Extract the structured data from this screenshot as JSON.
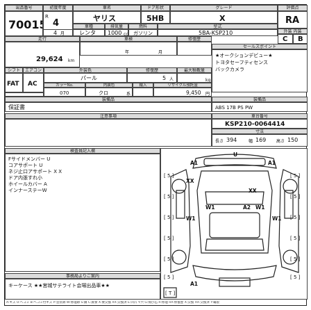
{
  "header_labels": {
    "lot_no": "出品番号",
    "year": "初度年度",
    "car_name": "車名",
    "door": "ドア形状",
    "grade": "グレード",
    "score": "評価点",
    "type": "車種",
    "displacement": "排気量",
    "fuel": "燃料",
    "model": "型式",
    "exterior_interior": "外装 内装",
    "mileage": "走行",
    "inspection": "車検",
    "sale_points": "セールスポイント",
    "shift": "シフト",
    "ac": "エアコン",
    "exterior_color": "外装色",
    "repair": "修復歴",
    "max_capacity": "最大積載量",
    "color_no": "カラーNo.",
    "interior_color": "内装色",
    "import": "輸入",
    "recycle": "リサイクル預託金",
    "equipment": "装備品",
    "notes": "注意事項",
    "chassis_no": "車台番号",
    "dimensions": "寸法",
    "inspector_notes": "検査員記入欄",
    "auction_info": "事務局よりご案内"
  },
  "lot": {
    "lot_no": "70015",
    "r_mark": "R",
    "year": "4",
    "month": "4",
    "month_unit": "月",
    "car_name": "ヤリス",
    "door": "5HB",
    "grade": "X",
    "score": "RA",
    "vehicle_type": "レンタ",
    "displacement": "1000",
    "displacement_unit": "cc",
    "fuel": "ガソリン",
    "model": "5BA-KSP210",
    "exterior_grade": "C",
    "interior_grade": "B",
    "mileage": "29,624",
    "mileage_unit": "km",
    "inspection_year_unit": "年",
    "inspection_month_unit": "月",
    "shift": "FAT",
    "ac": "AC",
    "exterior_color": "パール",
    "repair_count": "5",
    "repair_unit": "人",
    "capacity_unit": "kg",
    "color_no": "070",
    "interior_color": "クロ",
    "interior_unit": "系",
    "recycle_fee": "9,450",
    "recycle_unit": "円",
    "equipment": "保証書",
    "equipment_right": "ABS 17B PS PW",
    "chassis_no_line1": "KSP210-0064414",
    "length_label": "長さ",
    "length": "394",
    "width_label": "幅",
    "width": "169",
    "height_label": "高さ",
    "height": "150"
  },
  "sale_points": [
    "★オークションデビュー★",
    "トヨタセーフティセンス",
    "バックカメラ"
  ],
  "inspector_notes": [
    "Fサイドメンバー U",
    "コアサポート U",
    "ネジ止口アサポート X X",
    "ドア内張すれ小",
    "ホイールカバー A",
    "インナーステーW"
  ],
  "auction_info": "キーケース ★★宮城サテライト会場出品車★★",
  "diagram_marks": {
    "a1_top": "A1",
    "u_top": "U",
    "a1_top_right": "A1",
    "xx_left": "XX",
    "xx_right": "XX",
    "w1_front_left": "W1",
    "a2": "A2",
    "w1_front_right": "W1",
    "w1_left": "W1",
    "w1_right": "W1",
    "a1_bottom": "A1",
    "bracket5_a": "[ 5 ]",
    "bracket5_b": "[ 5 ]",
    "bracket5_c": "[ 5 ]",
    "bracket5_d": "[ 5 ]",
    "bracket5_e": "[ 5 ]",
    "bracket5_f": "[ 5 ]",
    "bracket5_g": "[ 5 ]",
    "bracket5_h": "[ 5 ]",
    "bracket5_i": "[ 5 ]",
    "bracket5_j": "[ 5 ]",
    "bracket5_k": "[ 5 ]",
    "bracket5_l": "[ 5 ]",
    "bracket_t": "[ T ]"
  },
  "footer_legend": "A:キズ U:へコミ B:ヘコミ付キズ P:塗装跡 W:修理跡 S:錆 C:腐食 X:要交換 XX:交換済 E:凹凸 Y:穴 G:飛び石 R:修理 RA:修復歴 X:交換 XX:交換済 Y:亀裂"
}
